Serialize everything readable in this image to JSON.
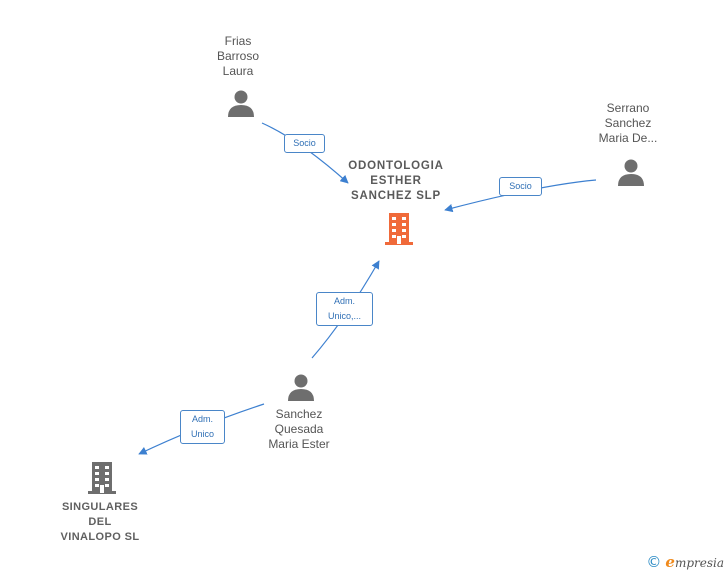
{
  "nodes": {
    "main_company": {
      "lines": [
        "ODONTOLOGIA",
        "ESTHER",
        "SANCHEZ  SLP"
      ],
      "color": "#f06a3a"
    },
    "frias": {
      "lines": [
        "Frias",
        "Barroso",
        "Laura"
      ]
    },
    "serrano": {
      "lines": [
        "Serrano",
        "Sanchez",
        "Maria De..."
      ]
    },
    "sanchez_quesada": {
      "lines": [
        "Sanchez",
        "Quesada",
        "Maria Ester"
      ]
    },
    "singulares": {
      "lines": [
        "SINGULARES",
        "DEL",
        "VINALOPO SL"
      ]
    }
  },
  "edges": {
    "frias_socio": {
      "lines": [
        "Socio"
      ]
    },
    "serrano_socio": {
      "lines": [
        "Socio"
      ]
    },
    "sanchez_adm_main": {
      "lines": [
        "Adm.",
        "Unico,..."
      ]
    },
    "sanchez_adm_singulares": {
      "lines": [
        "Adm.",
        "Unico"
      ]
    }
  },
  "colors": {
    "edge": "#3d80d0",
    "person": "#6e6e6e",
    "company_gray": "#6e6e6e",
    "company_main": "#f06a3a"
  },
  "brand": {
    "copyright": "©",
    "e": "e",
    "rest": "mpresia"
  }
}
